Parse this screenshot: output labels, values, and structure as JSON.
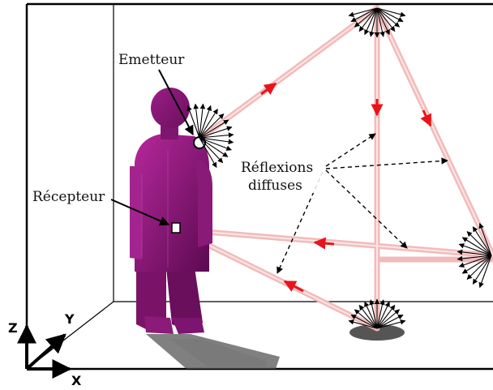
{
  "labels": {
    "emitter": "Emetteur",
    "receiver": "Récepteur",
    "diffuse_line1": "Réflexions",
    "diffuse_line2": "diffuses"
  },
  "axes": {
    "x": "X",
    "y": "Y",
    "z": "Z"
  },
  "colors": {
    "ray": "#f2b8b8",
    "ray_core": "#ffffff",
    "ray_arrow": "#e8141a",
    "person_light": "#a0208a",
    "person_dark": "#5c0a50",
    "room_line": "#000000"
  }
}
